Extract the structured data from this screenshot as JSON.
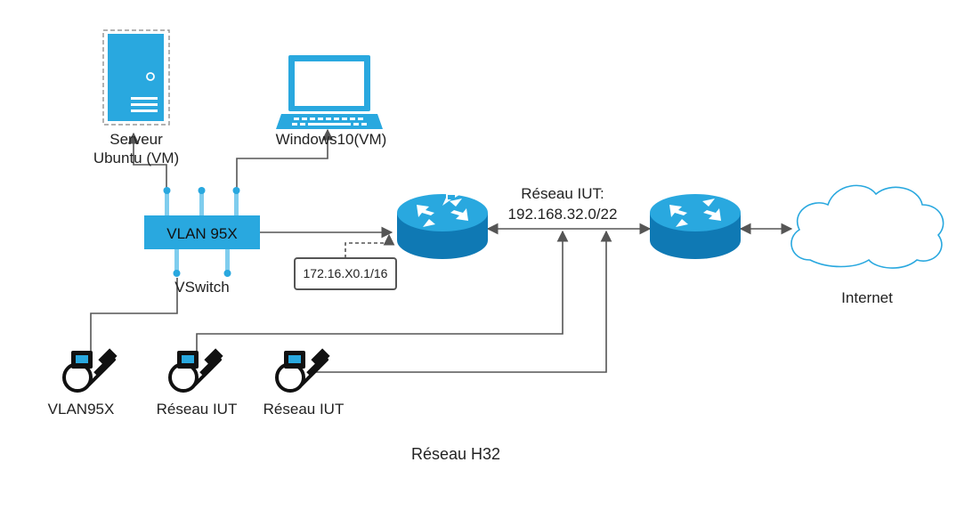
{
  "title": "Réseau H32",
  "nodes": {
    "server": {
      "label_line1": "Serveur",
      "label_line2": "Ubuntu (VM)",
      "icon": "server-icon"
    },
    "laptop": {
      "label": "Windows10(VM)",
      "icon": "laptop-icon"
    },
    "switch": {
      "label": "VLAN 95X",
      "caption": "VSwitch",
      "icon": "switch-icon"
    },
    "gateway_box": {
      "label": "172.16.X0.1/16"
    },
    "router1": {
      "icon": "router-icon"
    },
    "router2": {
      "icon": "router-icon"
    },
    "network_label": {
      "line1": "Réseau IUT:",
      "line2": "192.168.32.0/22"
    },
    "internet": {
      "label": "Internet",
      "icon": "cloud-icon"
    },
    "port1": {
      "label": "VLAN95X",
      "icon": "ethernet-port-icon"
    },
    "port2": {
      "label": "Réseau IUT",
      "icon": "ethernet-port-icon"
    },
    "port3": {
      "label": "Réseau IUT",
      "icon": "ethernet-port-icon"
    }
  },
  "colors": {
    "accent_blue": "#29a8df",
    "router_blue": "#0f79b4",
    "line_gray": "#555555",
    "light_blue": "#7fcdee"
  }
}
